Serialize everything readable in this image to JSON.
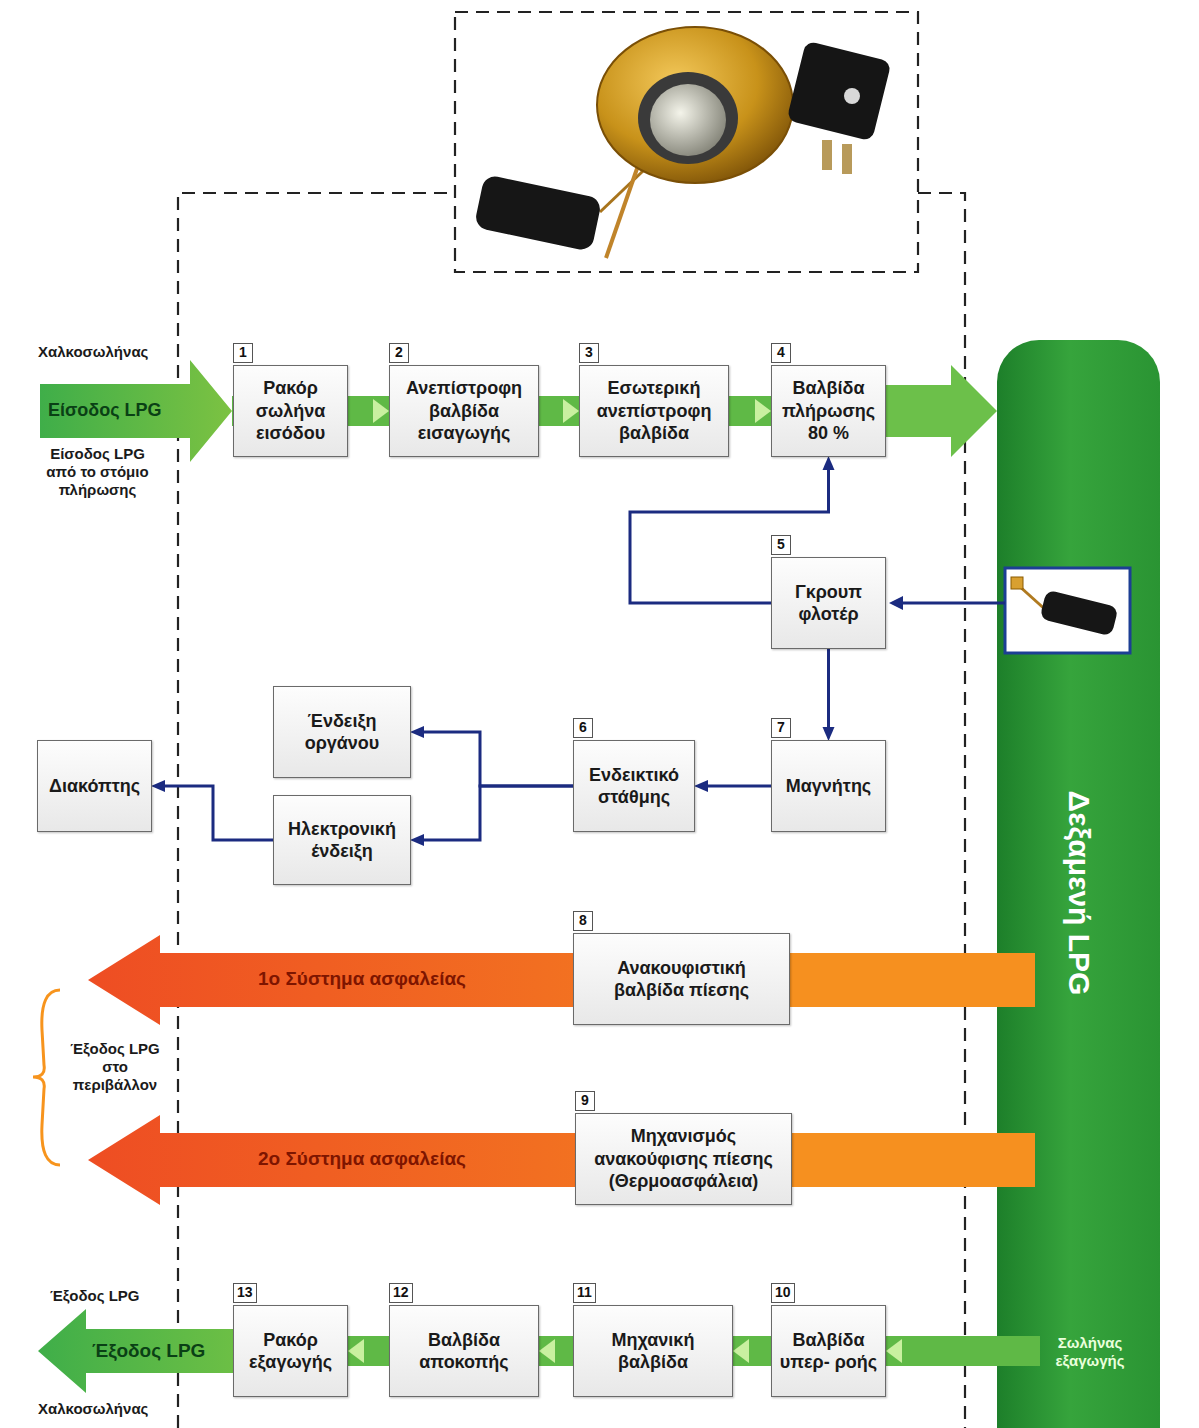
{
  "diagram": {
    "nodes": [
      {
        "text": [
          "1",
          "Ρακόρ σωλήνα εισόδου"
        ]
      },
      {
        "text": [
          "2",
          "Ανεπίστροφη βαλβίδα εισαγωγής"
        ]
      },
      {
        "text": [
          "3",
          "Εσωτερική ανεπίστροφη βαλβίδα"
        ]
      },
      {
        "text": [
          "4",
          "Βαλβίδα πλήρωσης 80 %"
        ]
      },
      {
        "text": [
          "Δεξαμενή LPG"
        ]
      },
      {
        "text": [
          "5",
          "Γκρουπ φλοτέρ"
        ]
      },
      {
        "text": [
          "Ένδειξη οργάνου"
        ]
      },
      {
        "text": [
          "Ηλεκτρονική ένδειξη"
        ]
      },
      {
        "text": [
          "Διακόπτης"
        ]
      },
      {
        "text": [
          "6",
          "Ενδεικτικό στάθμης"
        ]
      },
      {
        "text": [
          "7",
          "Μαγνήτης"
        ]
      },
      {
        "text": [
          "8",
          "Ανακουφιστική βαλβίδα πίεσης"
        ]
      },
      {
        "text": [
          "9",
          "Μηχανισμός ανακούφισης πίεσης (Θερμοασφάλεια)"
        ]
      },
      {
        "text": [
          "13",
          "Ρακόρ εξαγωγής"
        ]
      },
      {
        "text": [
          "12",
          "Βαλβίδα αποκοπής"
        ]
      },
      {
        "text": [
          "11",
          "Μηχανική βαλβίδα"
        ]
      },
      {
        "text": [
          "10",
          "Βαλβίδα υπερ- ροής"
        ]
      }
    ],
    "edges": [
      {
        "from": 0,
        "to": 1,
        "arrow": "to"
      },
      {
        "from": 1,
        "to": 2,
        "arrow": "to"
      },
      {
        "from": 2,
        "to": 3,
        "arrow": "to"
      },
      {
        "from": 3,
        "to": 4,
        "arrow": "to"
      },
      {
        "from": 5,
        "to": 3,
        "arrow": "to"
      },
      {
        "from": 5,
        "to": 10,
        "arrow": "to"
      },
      {
        "from": 10,
        "to": 9,
        "arrow": "to"
      },
      {
        "from": 9,
        "to": 6,
        "arrow": "to"
      },
      {
        "from": 9,
        "to": 7,
        "arrow": "to"
      },
      {
        "from": 7,
        "to": 8,
        "arrow": "to"
      },
      {
        "from": 4,
        "to": 11,
        "arrow": "none"
      },
      {
        "from": 4,
        "to": 12,
        "arrow": "none"
      },
      {
        "from": 4,
        "to": 16,
        "arrow": "to"
      },
      {
        "from": 16,
        "to": 15,
        "arrow": "to"
      },
      {
        "from": 15,
        "to": 14,
        "arrow": "to"
      },
      {
        "from": 14,
        "to": 13,
        "arrow": "to"
      }
    ],
    "labels": [
      "Χαλκοσωλήνας",
      "Είσοδος LPG",
      "Είσοδος LPG από το στόμιο πλήρωσης",
      "1ο Σύστημα ασφαλείας",
      "2ο Σύστημα ασφαλείας",
      "Έξοδος LPG στο περιβάλλον",
      "Έξοδος LPG",
      "Έξοδος LPG",
      "Χαλκοσωλήνας",
      "Σωλήνας εξαγωγής"
    ]
  }
}
